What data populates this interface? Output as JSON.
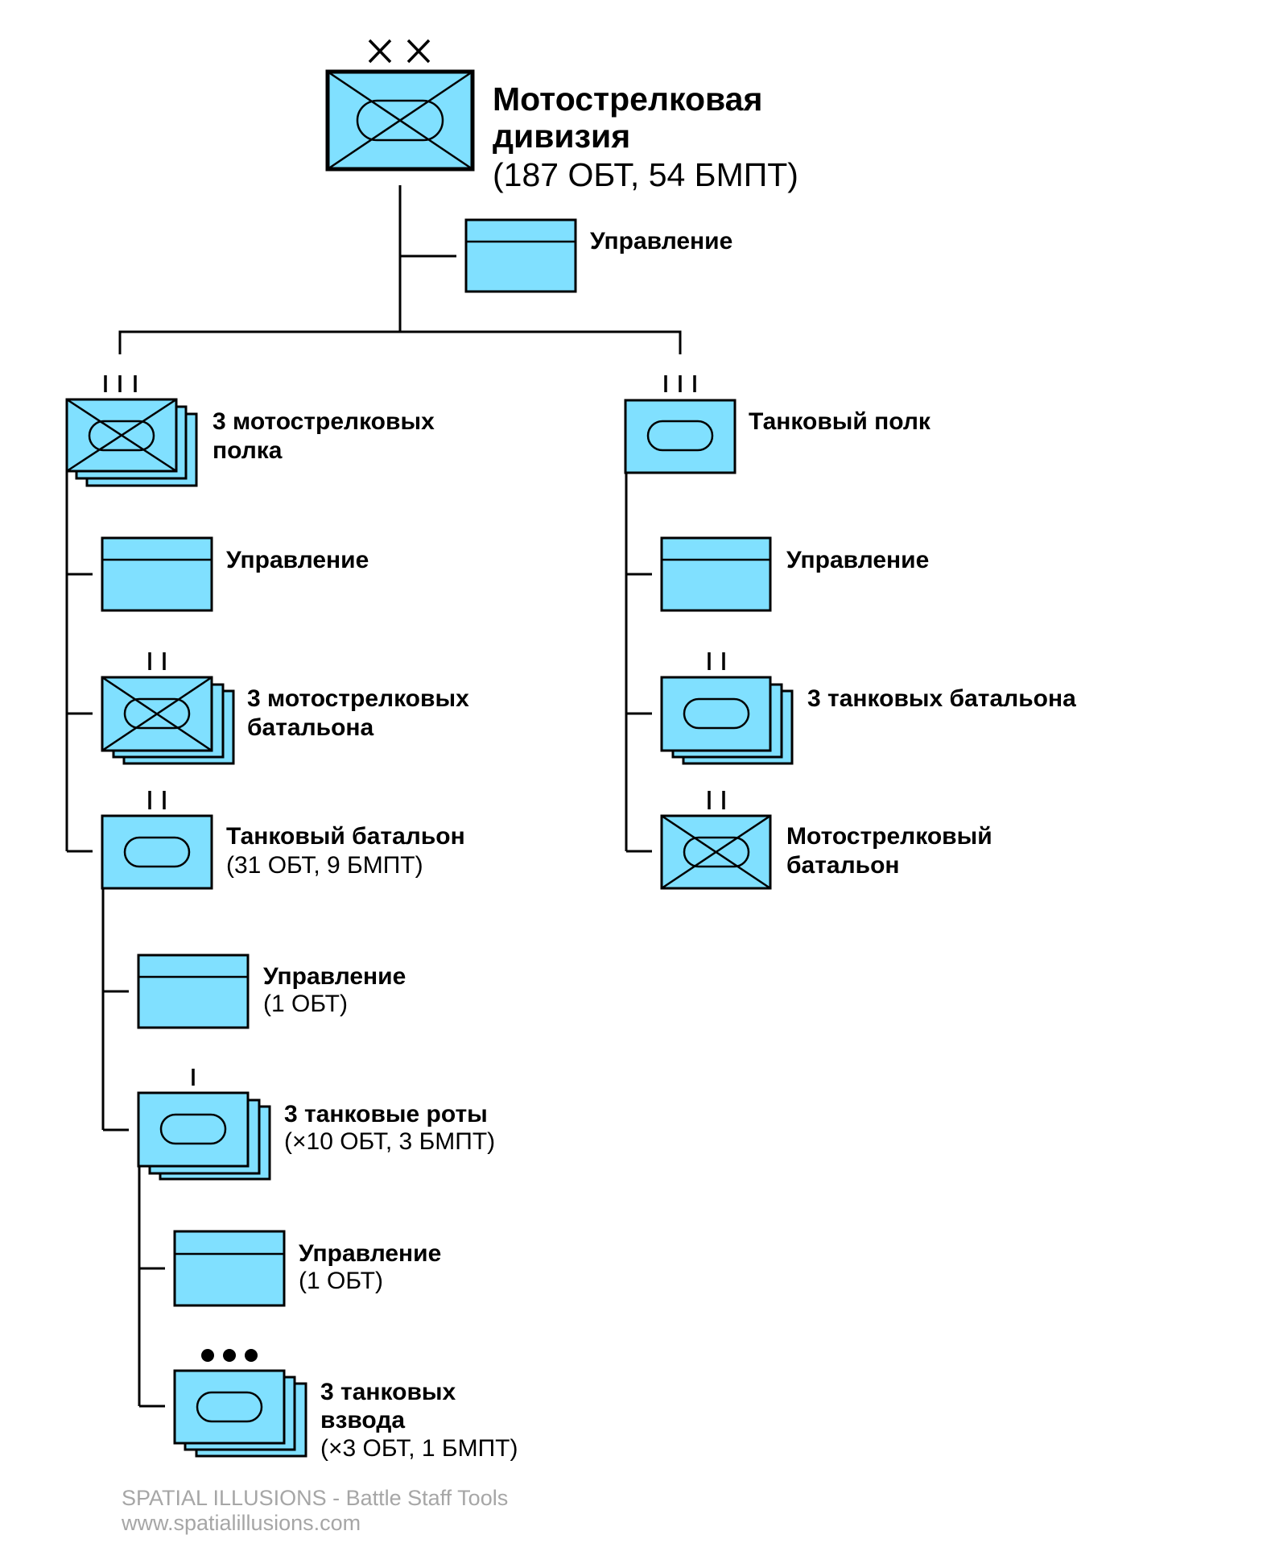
{
  "colors": {
    "unit_fill": "#80E0FF",
    "line": "#000000",
    "footer_text": "#A6A6A6"
  },
  "division": {
    "echelon": "XX",
    "type": "motor-rifle",
    "title_line1": "Мотострелковая",
    "title_line2": "дивизия",
    "title_line3": "(187 ОБТ, 54 БМПТ)",
    "hq": {
      "label": "Управление"
    }
  },
  "left_branch": {
    "regiment": {
      "echelon": "III",
      "type": "motor-rifle",
      "count": 3,
      "label_line1": "3 мотострелковых",
      "label_line2": "полка"
    },
    "hq": {
      "label": "Управление"
    },
    "mr_battalions": {
      "echelon": "II",
      "type": "motor-rifle",
      "count": 3,
      "label_line1": "3 мотострелковых",
      "label_line2": "батальона"
    },
    "tank_battalion": {
      "echelon": "II",
      "type": "armor",
      "count": 1,
      "label_line1": "Танковый батальон",
      "label_line2": "(31 ОБТ, 9 БМПТ)",
      "hq": {
        "label_line1": "Управление",
        "label_line2": "(1 ОБТ)"
      },
      "companies": {
        "echelon": "I",
        "type": "armor",
        "count": 3,
        "label_line1": "3 танковые роты",
        "label_line2": "(×10 ОБТ, 3 БМПТ)",
        "hq": {
          "label_line1": "Управление",
          "label_line2": "(1 ОБТ)"
        },
        "platoons": {
          "echelon": "•••",
          "type": "armor",
          "count": 3,
          "label_line1": "3 танковых",
          "label_line2": "взвода",
          "label_line3": "(×3 ОБТ, 1 БМПТ)"
        }
      }
    }
  },
  "right_branch": {
    "regiment": {
      "echelon": "III",
      "type": "armor",
      "count": 1,
      "label": "Танковый полк"
    },
    "hq": {
      "label": "Управление"
    },
    "tank_battalions": {
      "echelon": "II",
      "type": "armor",
      "count": 3,
      "label": "3 танковых батальона"
    },
    "mr_battalion": {
      "echelon": "II",
      "type": "motor-rifle",
      "count": 1,
      "label_line1": "Мотострелковый",
      "label_line2": "батальон"
    }
  },
  "footer": {
    "line1": "SPATIAL ILLUSIONS - Battle Staff Tools",
    "line2": "www.spatialillusions.com"
  }
}
